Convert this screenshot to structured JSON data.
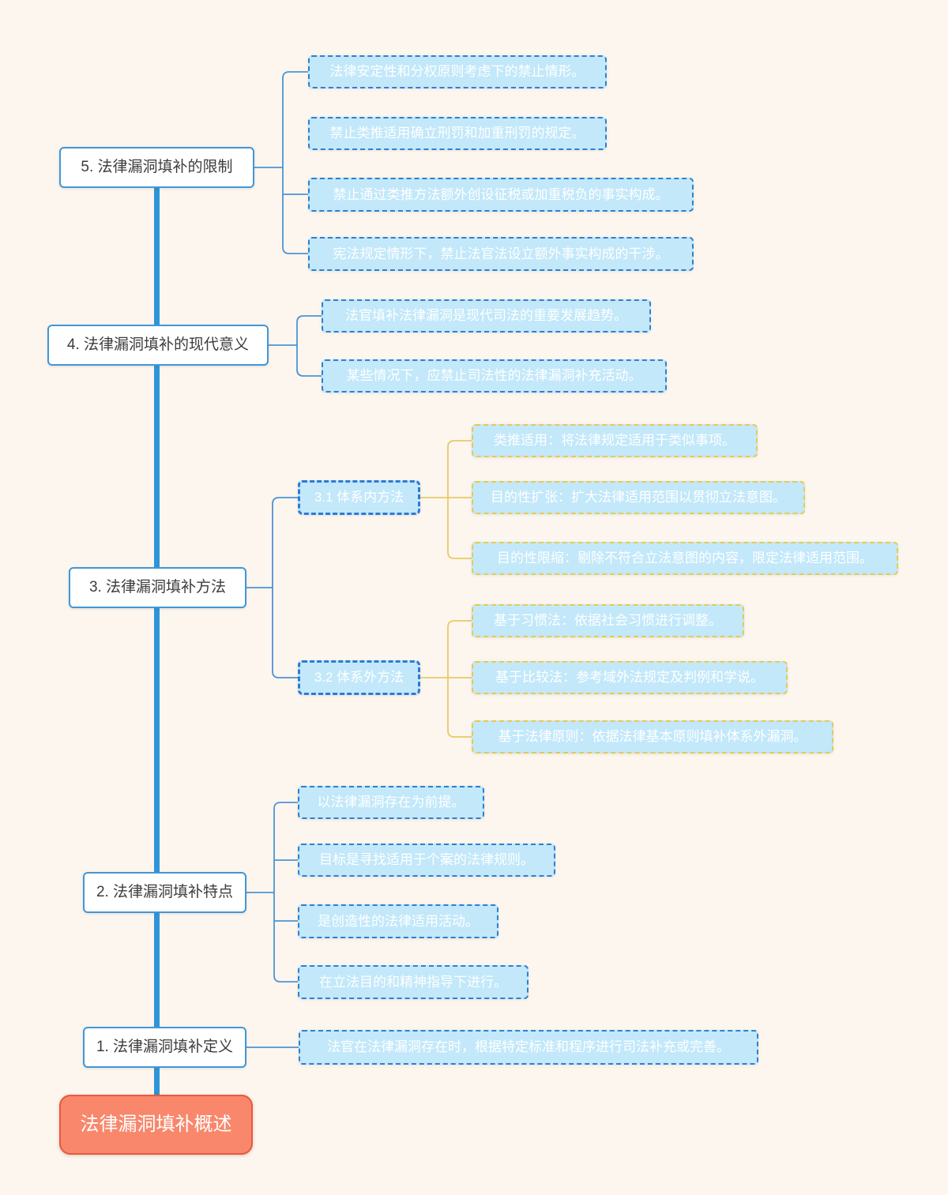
{
  "root": {
    "label": "法律漏洞填补概述"
  },
  "sections": [
    {
      "label": "1. 法律漏洞填补定义",
      "leaves": [
        "法官在法律漏洞存在时，根据特定标准和程序进行司法补充或完善。"
      ]
    },
    {
      "label": "2. 法律漏洞填补特点",
      "leaves": [
        "以法律漏洞存在为前提。",
        "目标是寻找适用于个案的法律规则。",
        "是创造性的法律适用活动。",
        "在立法目的和精神指导下进行。"
      ]
    },
    {
      "label": "3. 法律漏洞填补方法",
      "subtopics": [
        {
          "label": "3.1 体系内方法",
          "leaves": [
            "类推适用：将法律规定适用于类似事项。",
            "目的性扩张：扩大法律适用范围以贯彻立法意图。",
            "目的性限缩：剔除不符合立法意图的内容，限定法律适用范围。"
          ]
        },
        {
          "label": "3.2 体系外方法",
          "leaves": [
            "基于习惯法：依据社会习惯进行调整。",
            "基于比较法：参考域外法规定及判例和学说。",
            "基于法律原则：依据法律基本原则填补体系外漏洞。"
          ]
        }
      ]
    },
    {
      "label": "4. 法律漏洞填补的现代意义",
      "leaves": [
        "法官填补法律漏洞是现代司法的重要发展趋势。",
        "某些情况下，应禁止司法性的法律漏洞补充活动。"
      ]
    },
    {
      "label": "5. 法律漏洞填补的限制",
      "leaves": [
        "法律安定性和分权原则考虑下的禁止情形。",
        "禁止类推适用确立刑罚和加重刑罚的规定。",
        "禁止通过类推方法额外创设征税或加重税负的事实构成。",
        "宪法规定情形下，禁止法官法设立额外事实构成的干涉。"
      ]
    }
  ],
  "colors": {
    "background": "#FCF6EE",
    "spine_blue": "#2E95D8",
    "branch_blue": "#4D94D6",
    "branch_yellow": "#E5CB66",
    "leaf_fill": "#C2E8FA",
    "leaf_border_blue": "#2E7FD0",
    "leaf_border_yellow": "#E9C94F",
    "topic_border": "#4197D8",
    "root_fill": "#F8876B",
    "root_border": "#E8593F"
  }
}
